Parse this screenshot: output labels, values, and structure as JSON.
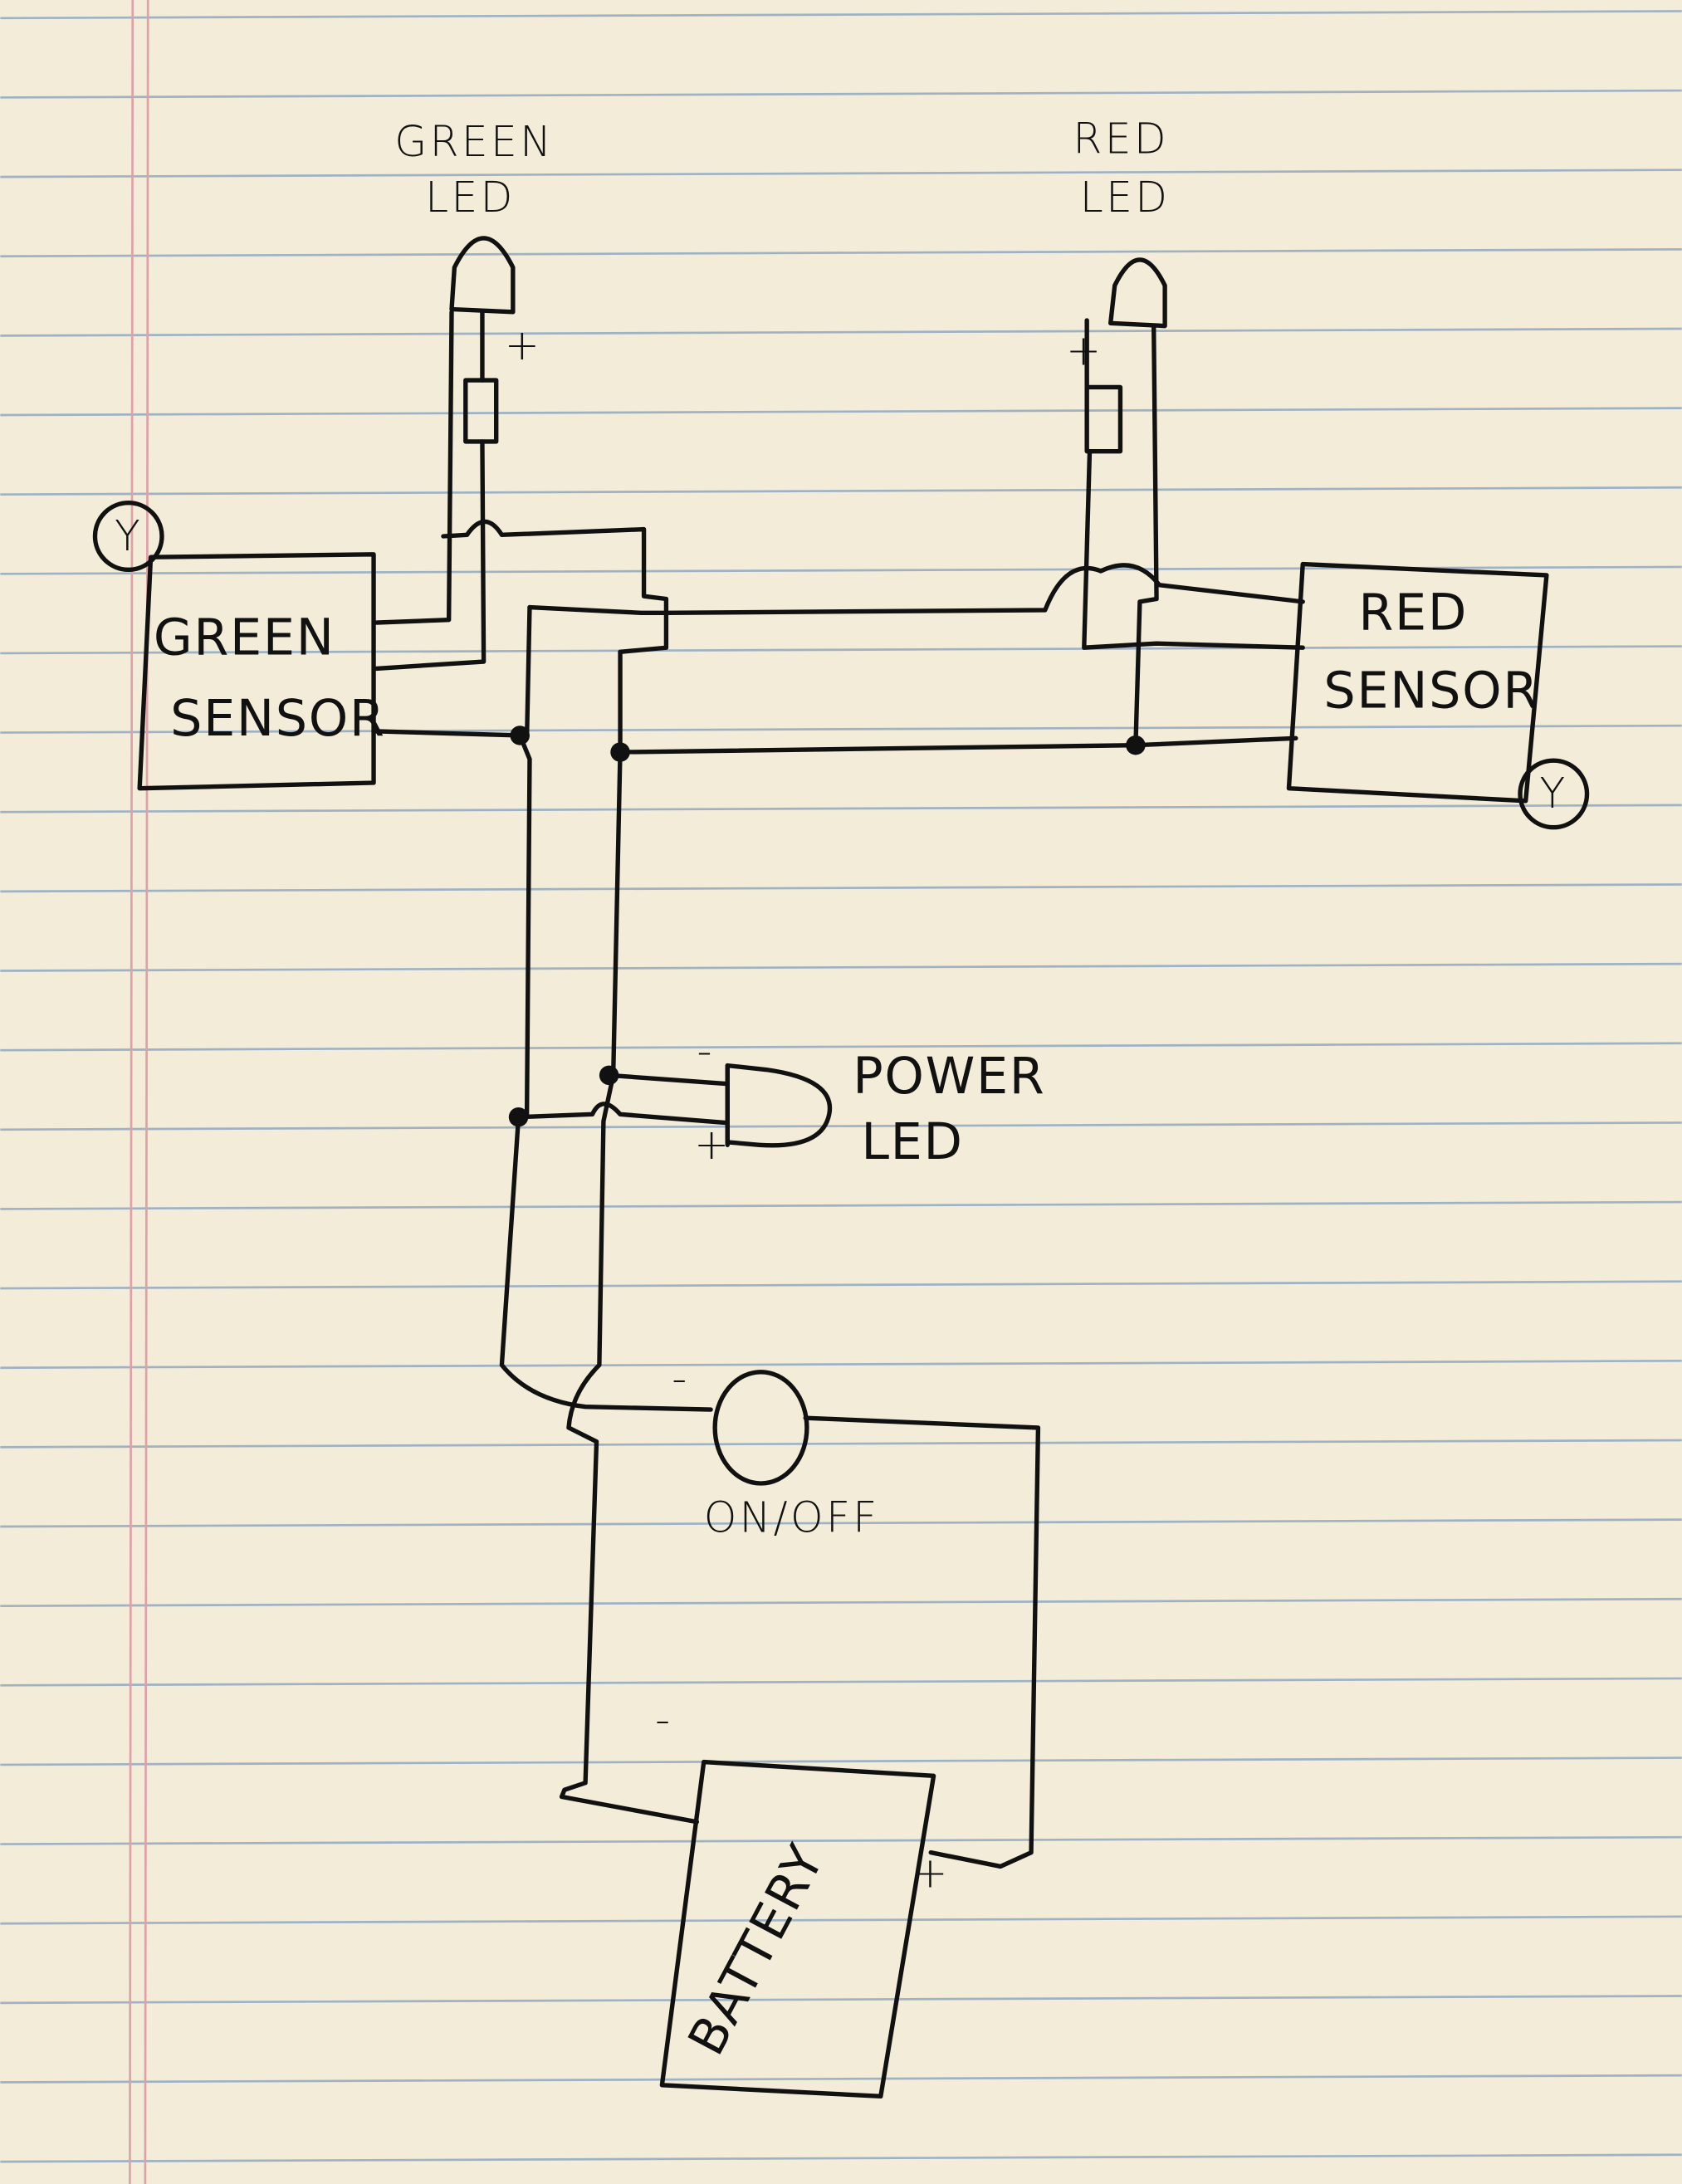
{
  "diagram": {
    "green_led": {
      "label_line1": "GREEN",
      "label_line2": "LED",
      "polarity": "+"
    },
    "red_led": {
      "label_line1": "RED",
      "label_line2": "LED",
      "polarity": "+"
    },
    "green_sensor": {
      "label_line1": "GREEN",
      "label_line2": "SENSOR",
      "tag": "Y"
    },
    "red_sensor": {
      "label_line1": "RED",
      "label_line2": "SENSOR",
      "tag": "Y"
    },
    "power_led": {
      "label_line1": "POWER",
      "label_line2": "LED",
      "minus": "-",
      "plus": "+"
    },
    "switch": {
      "label": "ON/OFF",
      "minus": "-"
    },
    "battery": {
      "label": "BATTERY",
      "minus": "-",
      "plus": "+"
    }
  },
  "colors": {
    "paper": "#f2ecd8",
    "rule_lines": "#9fb2c4",
    "margin_lines": "#e0a0a8",
    "ink": "#111111"
  }
}
